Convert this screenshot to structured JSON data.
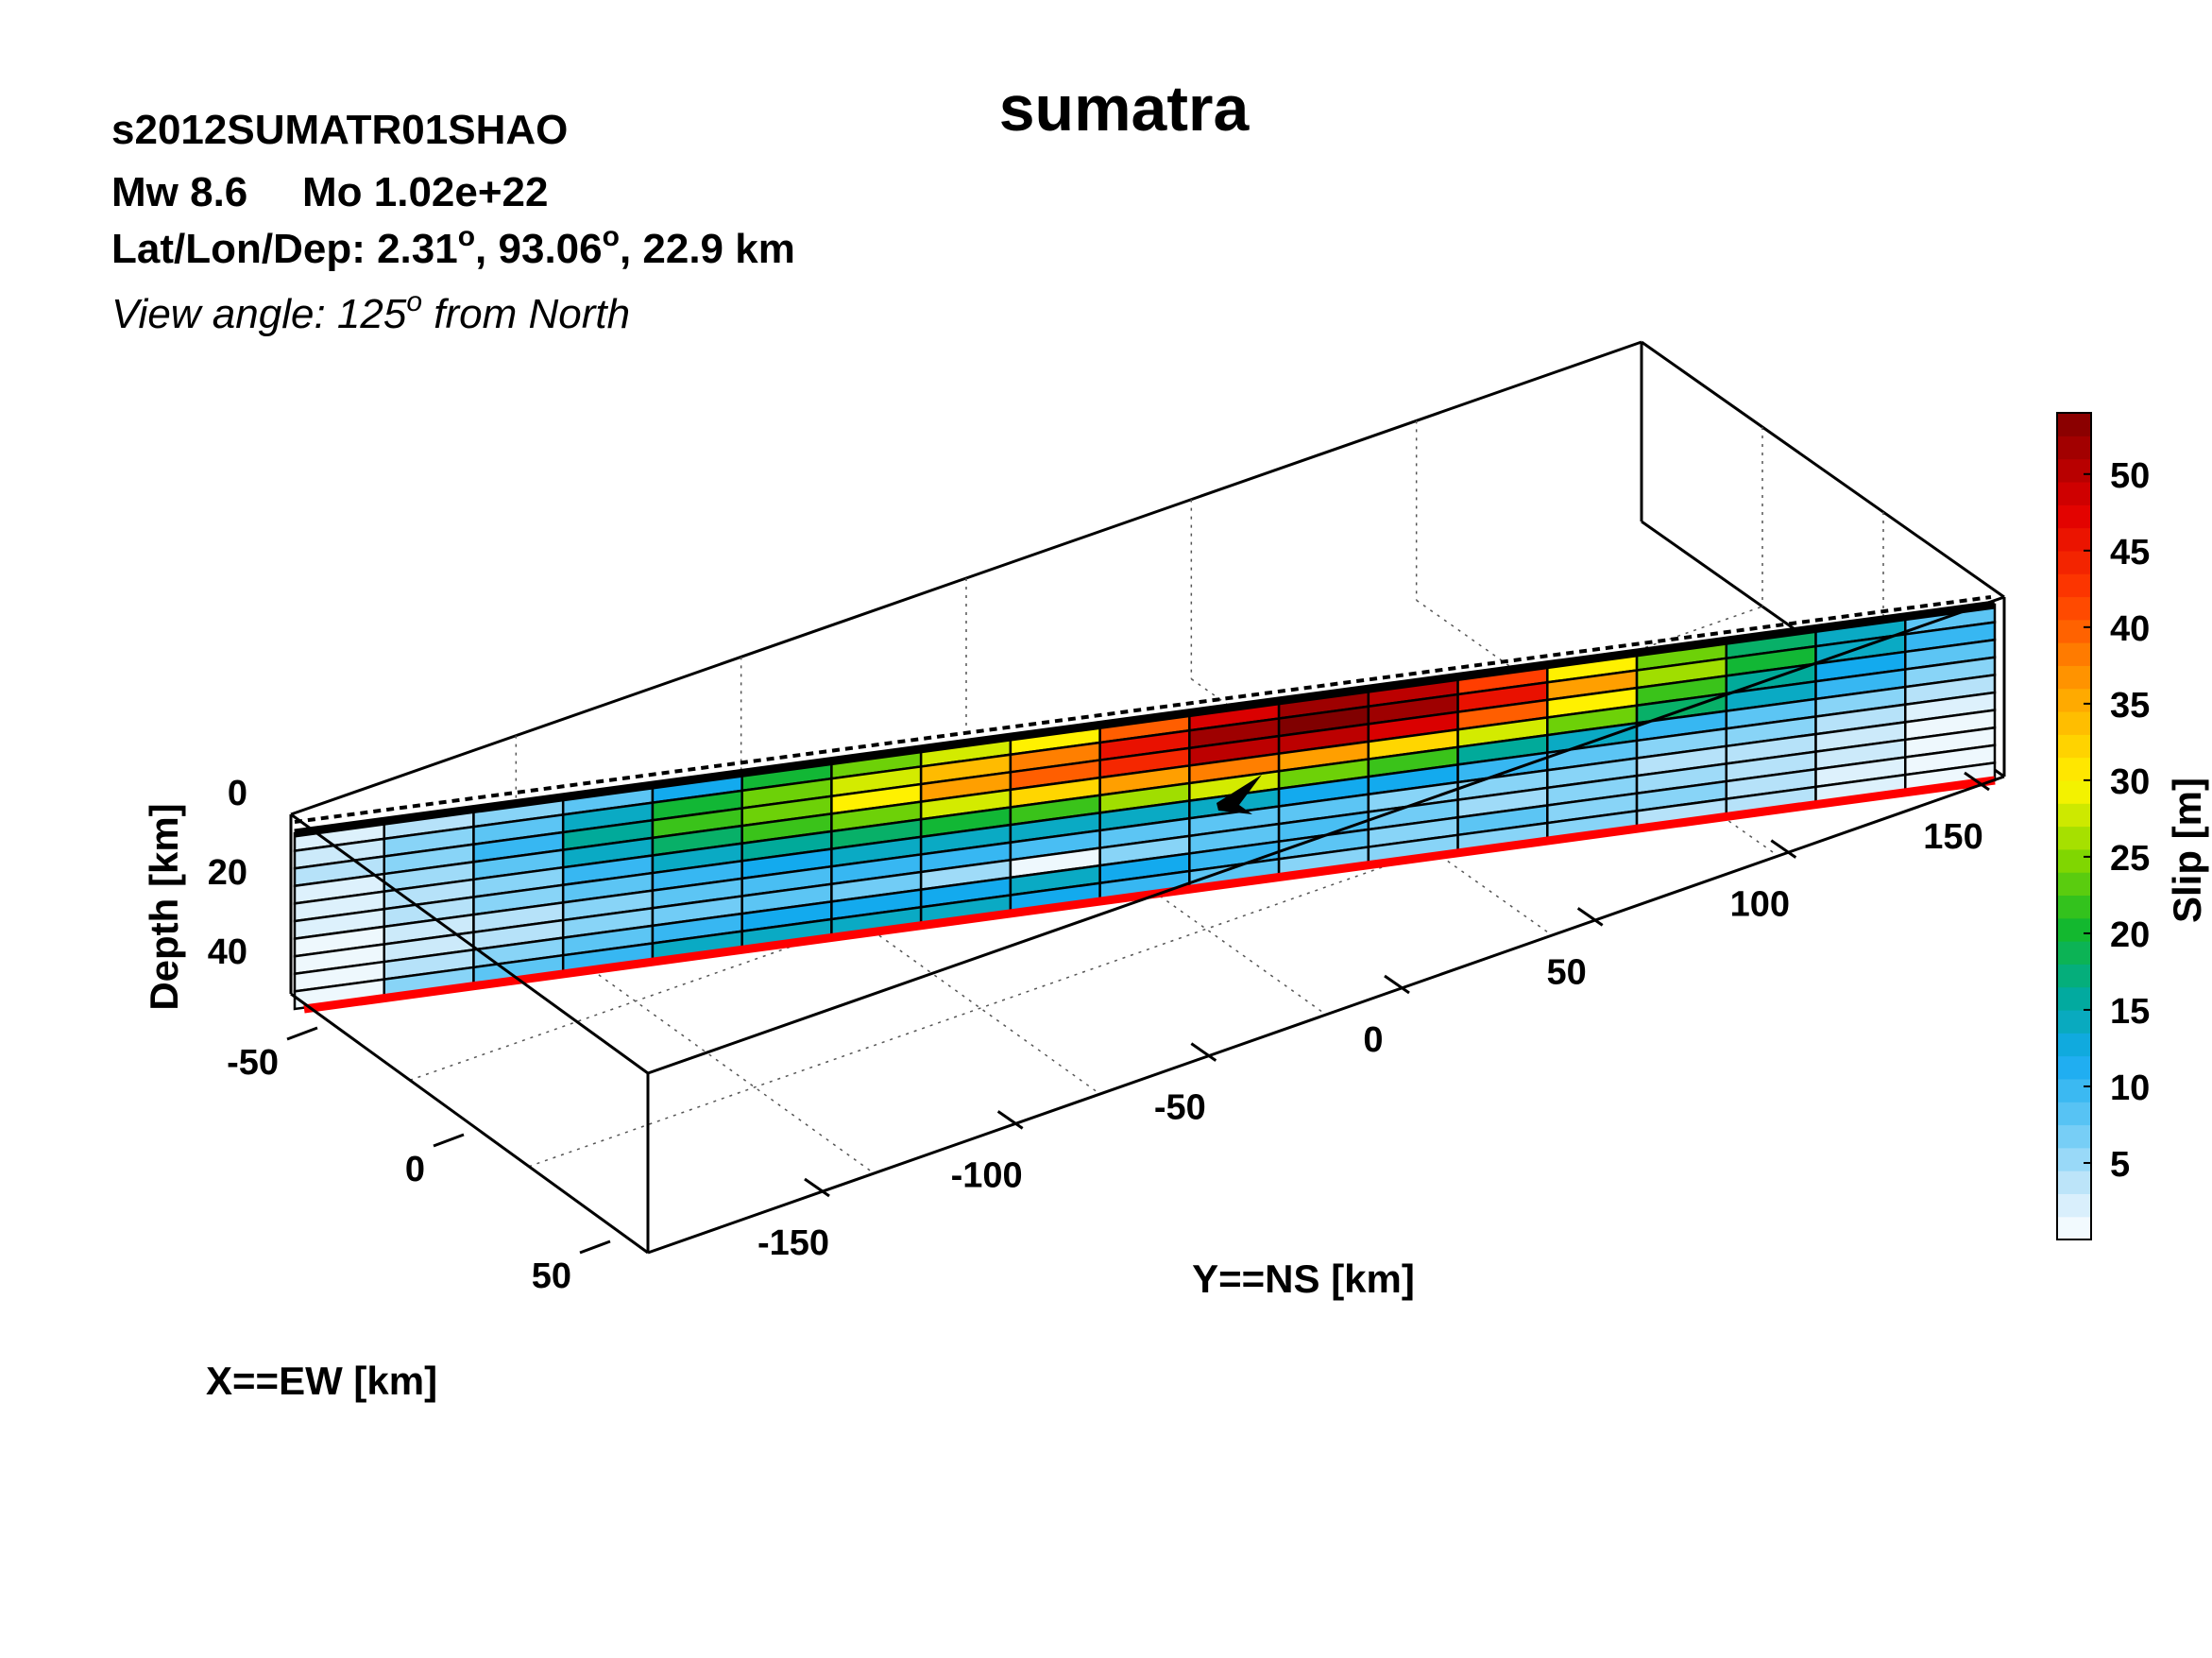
{
  "header": {
    "event_id": "s2012SUMATR01SHAO",
    "magnitude": "Mw 8.6",
    "moment": "Mo 1.02e+22",
    "location_prefix": "Lat/Lon/Dep: 2.31",
    "location_lat_unit": "o",
    "location_mid": ", 93.06",
    "location_lon_unit": "o",
    "location_suffix": ", 22.9 km",
    "view_prefix": "View angle: 125",
    "view_sup": "o",
    "view_suffix": " from North"
  },
  "chart_data": {
    "type": "heatmap",
    "title": "sumatra",
    "xlabel": "Y==NS [km]",
    "ylabel": "X==EW [km]",
    "zlabel": "Depth [km]",
    "colorbar_label": "Slip [m]",
    "y_ticks": [
      "-150",
      "-100",
      "-50",
      "0",
      "50",
      "100",
      "150"
    ],
    "x_ticks": [
      "-50",
      "0",
      "50"
    ],
    "z_ticks": [
      "0",
      "20",
      "40"
    ],
    "colorbar_ticks": [
      "5",
      "10",
      "15",
      "20",
      "25",
      "30",
      "35",
      "40",
      "45",
      "50"
    ],
    "colorbar_range": [
      0,
      54
    ],
    "grid": true,
    "fault_grid": {
      "columns": 19,
      "rows": 10
    },
    "slip_m": [
      [
        2,
        4,
        6,
        8,
        12,
        20,
        24,
        28,
        30,
        40,
        48,
        52,
        50,
        42,
        30,
        24,
        18,
        14,
        8
      ],
      [
        3,
        6,
        8,
        14,
        20,
        24,
        28,
        34,
        38,
        46,
        52,
        54,
        52,
        46,
        36,
        26,
        20,
        14,
        10
      ],
      [
        4,
        6,
        10,
        16,
        22,
        24,
        30,
        36,
        40,
        44,
        50,
        50,
        48,
        40,
        30,
        22,
        16,
        12,
        8
      ],
      [
        2,
        5,
        8,
        14,
        18,
        22,
        24,
        28,
        32,
        36,
        38,
        36,
        32,
        28,
        24,
        18,
        14,
        10,
        6
      ],
      [
        2,
        4,
        6,
        10,
        14,
        16,
        18,
        20,
        22,
        26,
        28,
        24,
        22,
        16,
        14,
        10,
        8,
        6,
        4
      ],
      [
        2,
        4,
        6,
        8,
        10,
        12,
        14,
        14,
        14,
        14,
        14,
        12,
        12,
        10,
        8,
        6,
        6,
        4,
        2
      ],
      [
        1,
        3,
        4,
        6,
        8,
        9,
        10,
        10,
        9,
        8,
        8,
        8,
        6,
        6,
        6,
        4,
        4,
        3,
        1
      ],
      [
        1,
        3,
        4,
        6,
        7,
        8,
        7,
        5,
        1,
        6,
        8,
        9,
        7,
        5,
        6,
        5,
        4,
        3,
        1
      ],
      [
        1,
        4,
        6,
        8,
        10,
        12,
        12,
        12,
        14,
        12,
        10,
        8,
        6,
        8,
        6,
        6,
        4,
        2,
        1
      ],
      [
        1,
        6,
        8,
        10,
        14,
        14,
        14,
        14,
        12,
        10,
        8,
        6,
        6,
        6,
        6,
        4,
        4,
        2,
        1
      ]
    ]
  }
}
